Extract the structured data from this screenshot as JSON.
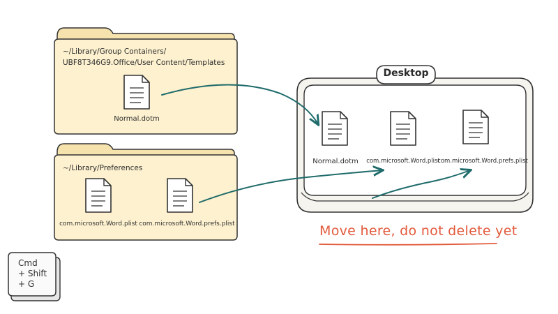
{
  "folders": [
    {
      "path_line1": "~/Library/Group Containers/",
      "path_line2": "UBF8T346G9.Office/User Content/Templates",
      "files": [
        "Normal.dotm"
      ]
    },
    {
      "path_line1": "~/Library/Preferences",
      "files": [
        "com.microsoft.Word.plist",
        "com.microsoft.Word.prefs.plist"
      ]
    }
  ],
  "desktop": {
    "title": "Desktop",
    "files": [
      "Normal.dotm",
      "com.microsoft.Word.plist",
      "com.microsoft.Word.prefs.plist"
    ]
  },
  "note": "Move here, do not delete yet",
  "shortcut": [
    "Cmd",
    "+ Shift",
    "+ G"
  ],
  "colors": {
    "folder_fill": "#fdf1cf",
    "folder_back": "#f6e2ad",
    "arrow": "#1f6b6b",
    "note": "#e25a3c",
    "desktop_fill": "#f6f4ef"
  },
  "icons": [
    "folder-icon",
    "document-icon",
    "arrow-icon",
    "desktop-tray-icon",
    "keyboard-key-icon"
  ]
}
